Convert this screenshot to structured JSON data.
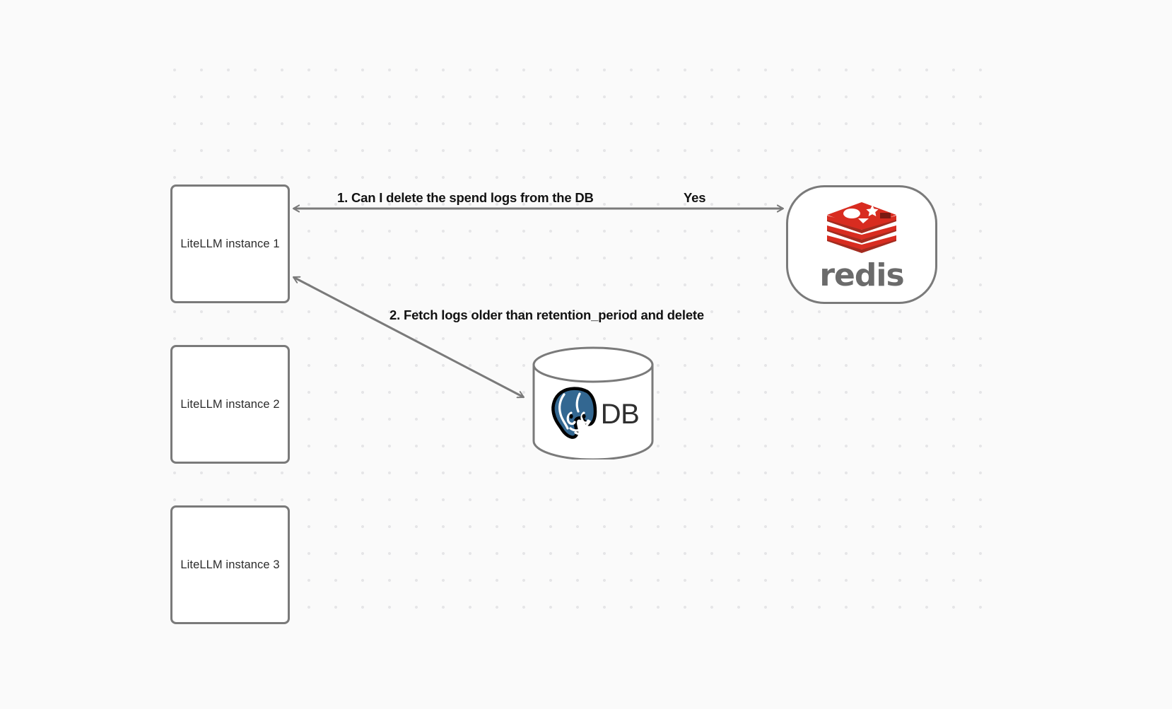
{
  "diagram": {
    "background_color": "#fafafa",
    "grid_dot_color": "#e6e6e8",
    "node_border_color": "#7a7a7a",
    "edge_color": "#7a7a7a",
    "nodes": [
      {
        "id": "litellm-1",
        "label": "LiteLLM instance 1",
        "shape": "rounded-rect"
      },
      {
        "id": "litellm-2",
        "label": "LiteLLM instance 2",
        "shape": "rounded-rect"
      },
      {
        "id": "litellm-3",
        "label": "LiteLLM instance 3",
        "shape": "rounded-rect"
      },
      {
        "id": "redis",
        "label": "redis",
        "shape": "stadium",
        "logo": "redis-logo-icon",
        "accent": "#d82c20"
      },
      {
        "id": "db",
        "label": "DB",
        "shape": "cylinder",
        "logo": "postgresql-elephant-icon",
        "accent": "#336791"
      }
    ],
    "edges": [
      {
        "id": "edge-1",
        "from": "litellm-1",
        "to": "redis",
        "direction": "bidirectional",
        "label": "1.  Can I delete the spend logs from the DB",
        "reply_label": "Yes"
      },
      {
        "id": "edge-2",
        "from": "db",
        "to": "litellm-1",
        "direction": "bidirectional",
        "label": "2.  Fetch logs older than retention_period and delete"
      }
    ]
  }
}
